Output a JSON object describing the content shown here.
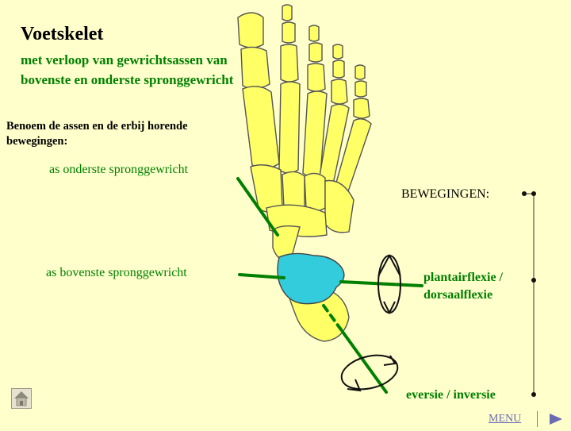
{
  "slide": {
    "title": "Voetskelet",
    "subtitle": "met verloop van gewrichtsassen van bovenste en onderste spronggewricht",
    "question": "Benoem de assen en de erbij horende bewegingen:",
    "axis_lower_label": "as  onderste spronggewricht",
    "axis_upper_label": "as  bovenste spronggewricht",
    "movements_heading": "BEWEGINGEN:",
    "movement_1": "plantairflexie / dorsaalflexie",
    "movement_2": "eversie / inversie"
  },
  "nav": {
    "menu_label": "MENU",
    "home_icon": "home-icon",
    "next_icon": "play-next-icon"
  },
  "colors": {
    "background": "#ffffcc",
    "bone": "#ffff66",
    "talus": "#33ccdd",
    "axis": "#008000",
    "label_green": "#008000",
    "nav": "#6b6bb4"
  }
}
